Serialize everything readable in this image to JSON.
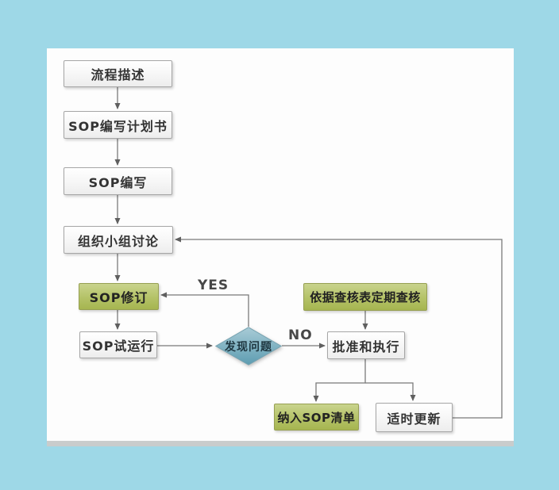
{
  "diagram": {
    "nodes": {
      "process_description": "流程描述",
      "sop_plan": "SOP编写计划书",
      "sop_writing": "SOP编写",
      "group_discussion": "组织小组讨论",
      "sop_revision": "SOP修订",
      "sop_trial_run": "SOP试运行",
      "found_problems": "发现问题",
      "approve_execute": "批准和执行",
      "periodic_check": "依据查核表定期查核",
      "add_to_sop_list": "纳入SOP清单",
      "timely_update": "适时更新"
    },
    "edge_labels": {
      "yes": "YES",
      "no": "NO"
    },
    "colors": {
      "background": "#9ed8e7",
      "panel": "#fdfdfd",
      "process_box": "#f6f6f6",
      "highlight_box": "#aebd5f",
      "decision_diamond": "#6ba3b7",
      "connector_line": "#7a7a7a"
    }
  }
}
